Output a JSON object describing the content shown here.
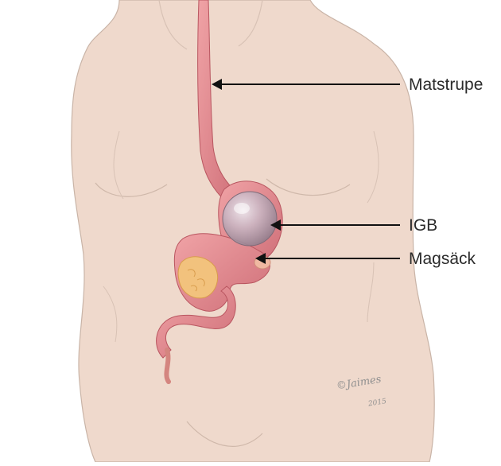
{
  "labels": {
    "esophagus": "Matstrupe",
    "balloon": "IGB",
    "stomach": "Magsäck"
  },
  "signature": {
    "name": "©Jaimes",
    "year": "2015"
  },
  "colors": {
    "skin": "#efd9cc",
    "skin_outline": "#c9b4a7",
    "organ": "#dc8a8f",
    "organ_dark": "#c25f68",
    "balloon": "#b7a8b3",
    "fat": "#f2c27d",
    "arrow": "#111111"
  }
}
